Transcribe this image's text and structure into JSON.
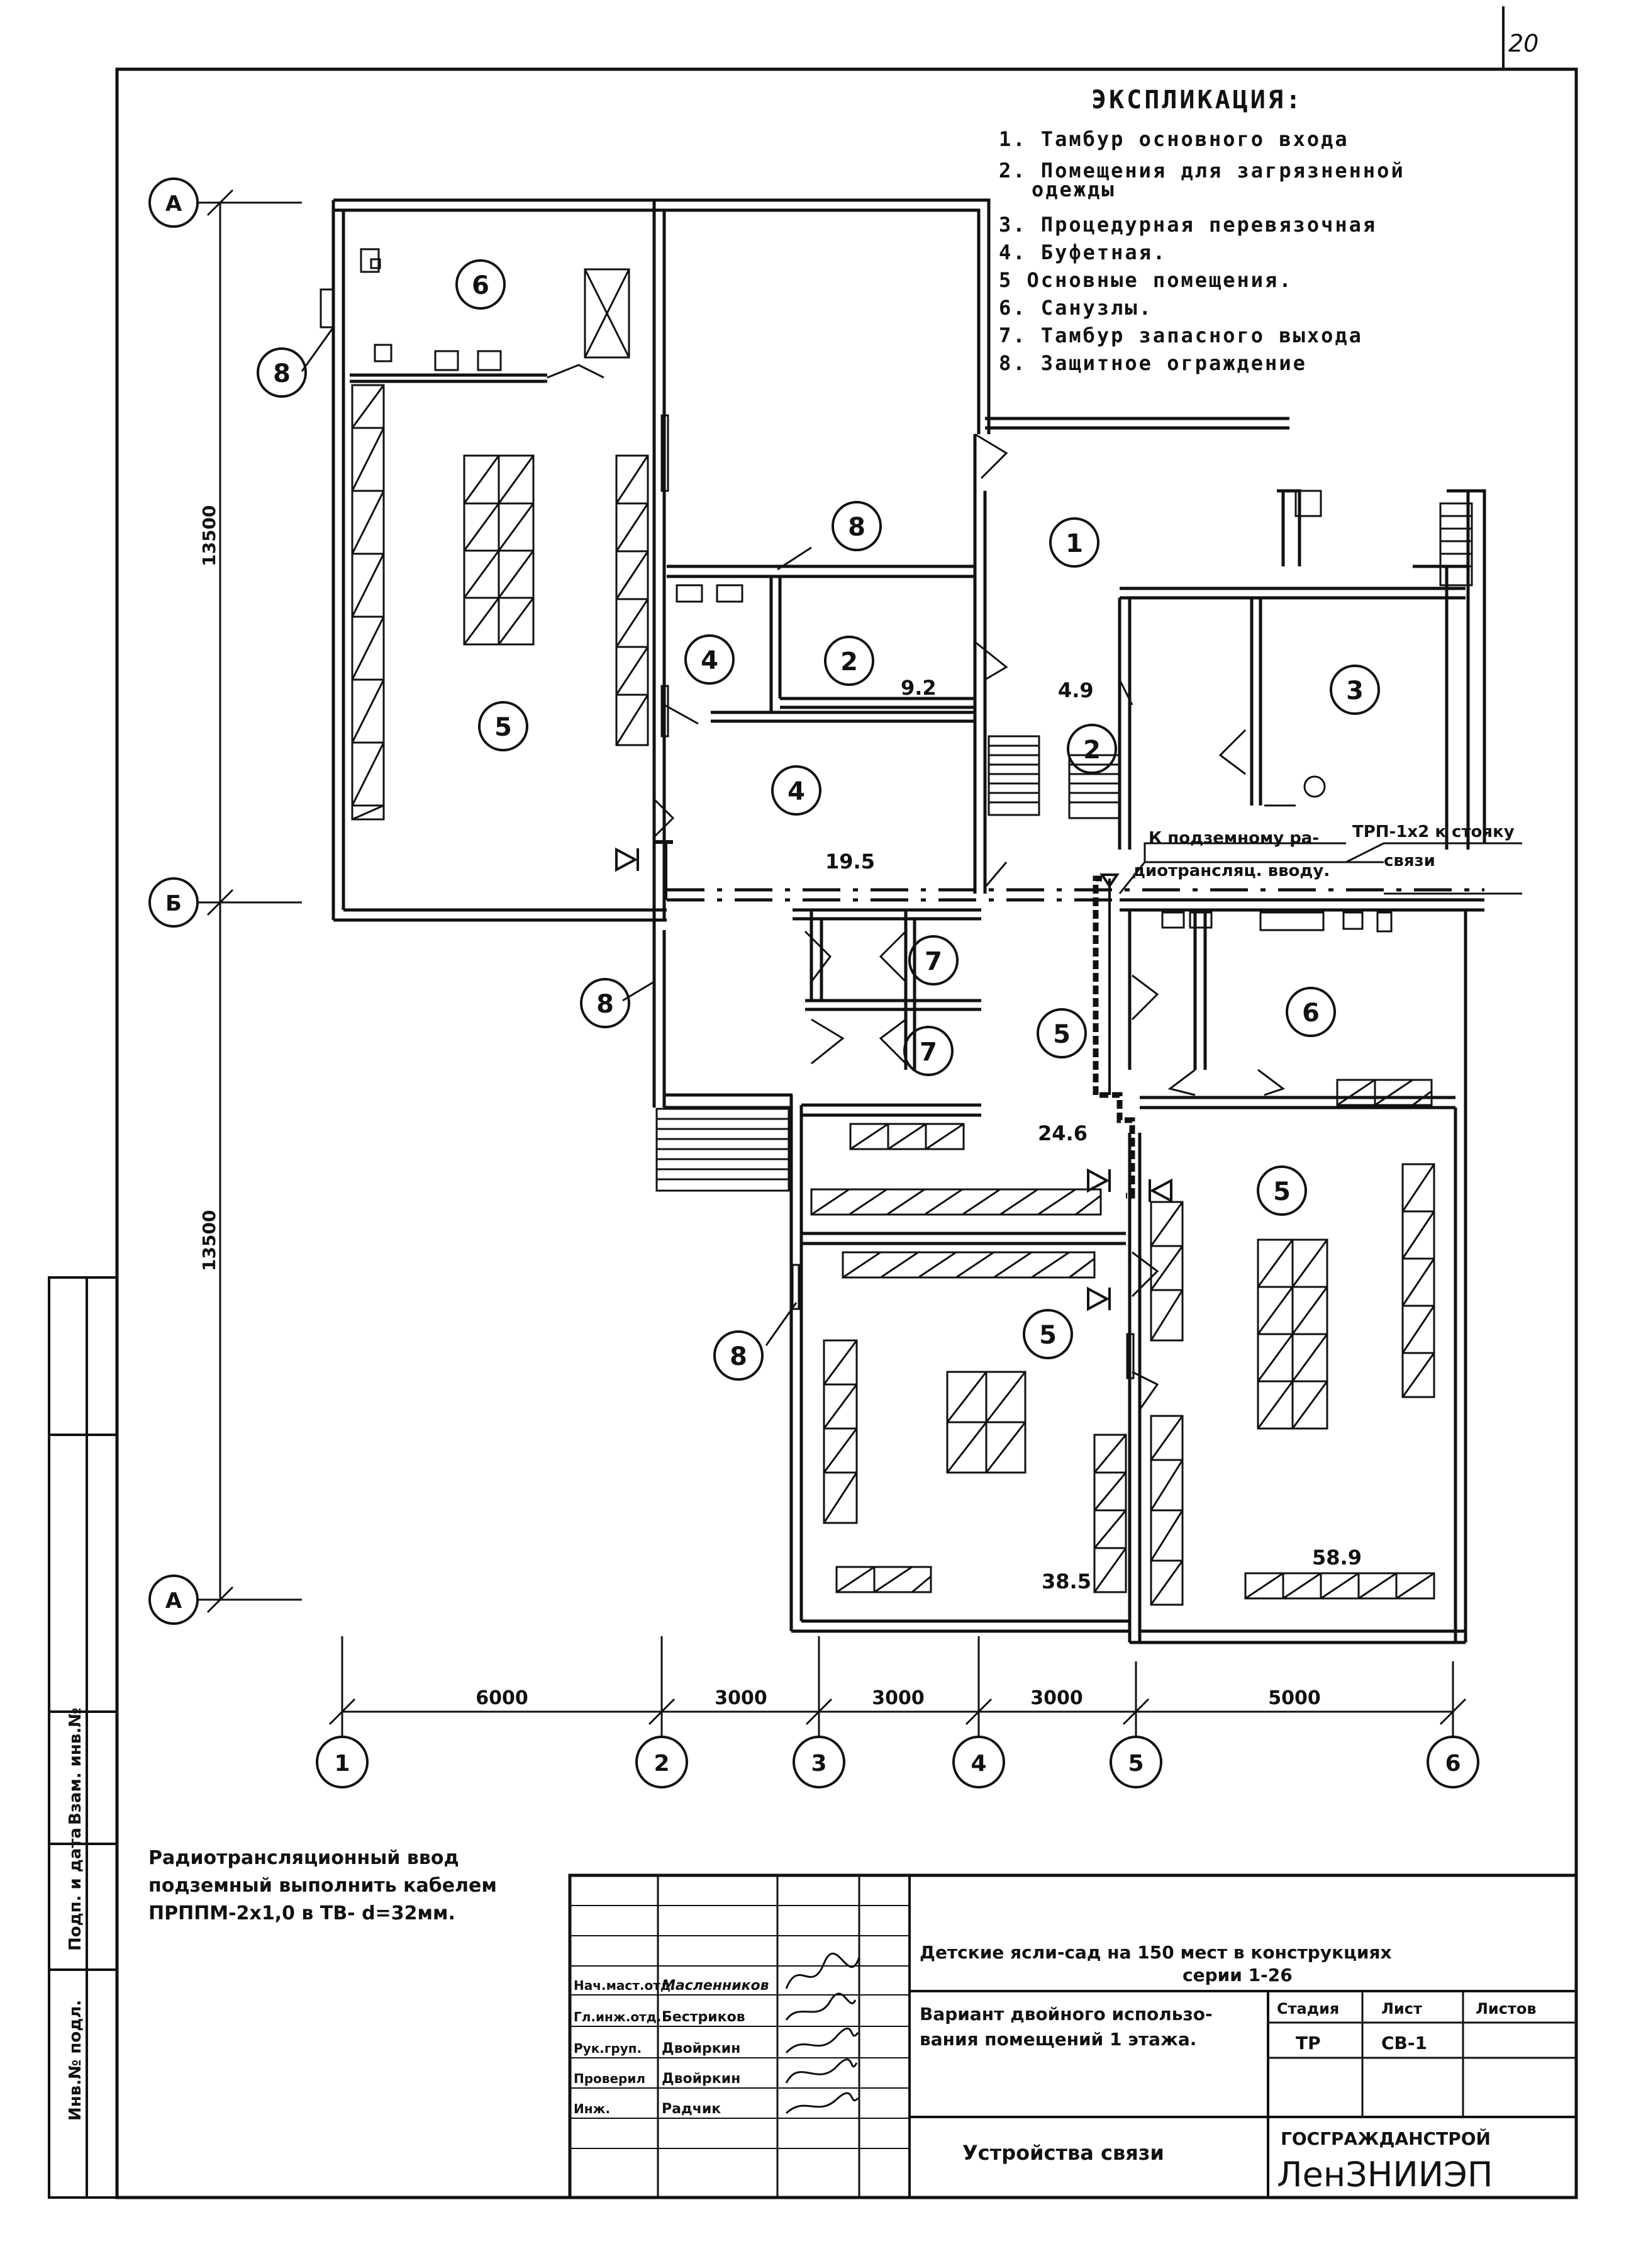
{
  "sheet": {
    "page_number": "20"
  },
  "legend": {
    "title": "ЭКСПЛИКАЦИЯ:",
    "items": [
      "1. Тамбур основного входа",
      "2. Помещения для загрязненной",
      "одежды",
      "3. Процедурная перевязочная",
      "4. Буфетная.",
      "5 Основные помещения.",
      "6. Санузлы.",
      "7. Тамбур запасного выхода",
      "8. Защитное ограждение"
    ]
  },
  "axes": {
    "rows": [
      "А",
      "Б",
      "А"
    ],
    "columns": [
      "1",
      "2",
      "3",
      "4",
      "5",
      "6"
    ]
  },
  "dimensions": {
    "vertical": [
      "13500",
      "13500"
    ],
    "horizontal": [
      "6000",
      "3000",
      "3000",
      "3000",
      "5000"
    ]
  },
  "room_tags": [
    "1",
    "2",
    "2",
    "3",
    "4",
    "4",
    "5",
    "5",
    "5",
    "5",
    "6",
    "6",
    "7",
    "7",
    "8",
    "8",
    "8",
    "8"
  ],
  "areas": [
    "9.2",
    "4.9",
    "19.5",
    "24.6",
    "38.5",
    "58.9"
  ],
  "annotations": {
    "radio_input_line1": "К подземному ра-",
    "radio_input_line2": "диотрансляц. вводу.",
    "riser_line1": "ТРП-1х2 к стояку",
    "riser_line2": "связи"
  },
  "note": {
    "line1": "Радиотрансляционный ввод",
    "line2": "подземный выполнить кабелем",
    "line3": "ПРППМ-2х1,0 в ТВ- d=32мм."
  },
  "side_stamp": [
    "Инв.№ подл.",
    "Подп. и дата",
    "Взам. инв.№"
  ],
  "title_block": {
    "project_line1": "Детские ясли-сад на 150 мест в конструкциях",
    "project_line2": "серии 1-26",
    "sheet_title_line1": "Вариант двойного использо-",
    "sheet_title_line2": "вания помещений 1 этажа.",
    "drawing_name": "Устройства связи",
    "stage_label": "Стадия",
    "sheet_label": "Лист",
    "sheets_label": "Листов",
    "stage_value": "ТР",
    "sheet_value": "СВ-1",
    "org_line1": "ГОСГРАЖДАНСТРОЙ",
    "org_line2": "ЛенЗНИИЭП",
    "signatures": [
      {
        "role": "Нач.маст.отд.",
        "name": "Масленников"
      },
      {
        "role": "Гл.инж.отд.",
        "name": "Бестриков"
      },
      {
        "role": "Рук.груп.",
        "name": "Двойркин"
      },
      {
        "role": "Проверил",
        "name": "Двойркин"
      },
      {
        "role": "Инж.",
        "name": "Радчик"
      }
    ]
  }
}
